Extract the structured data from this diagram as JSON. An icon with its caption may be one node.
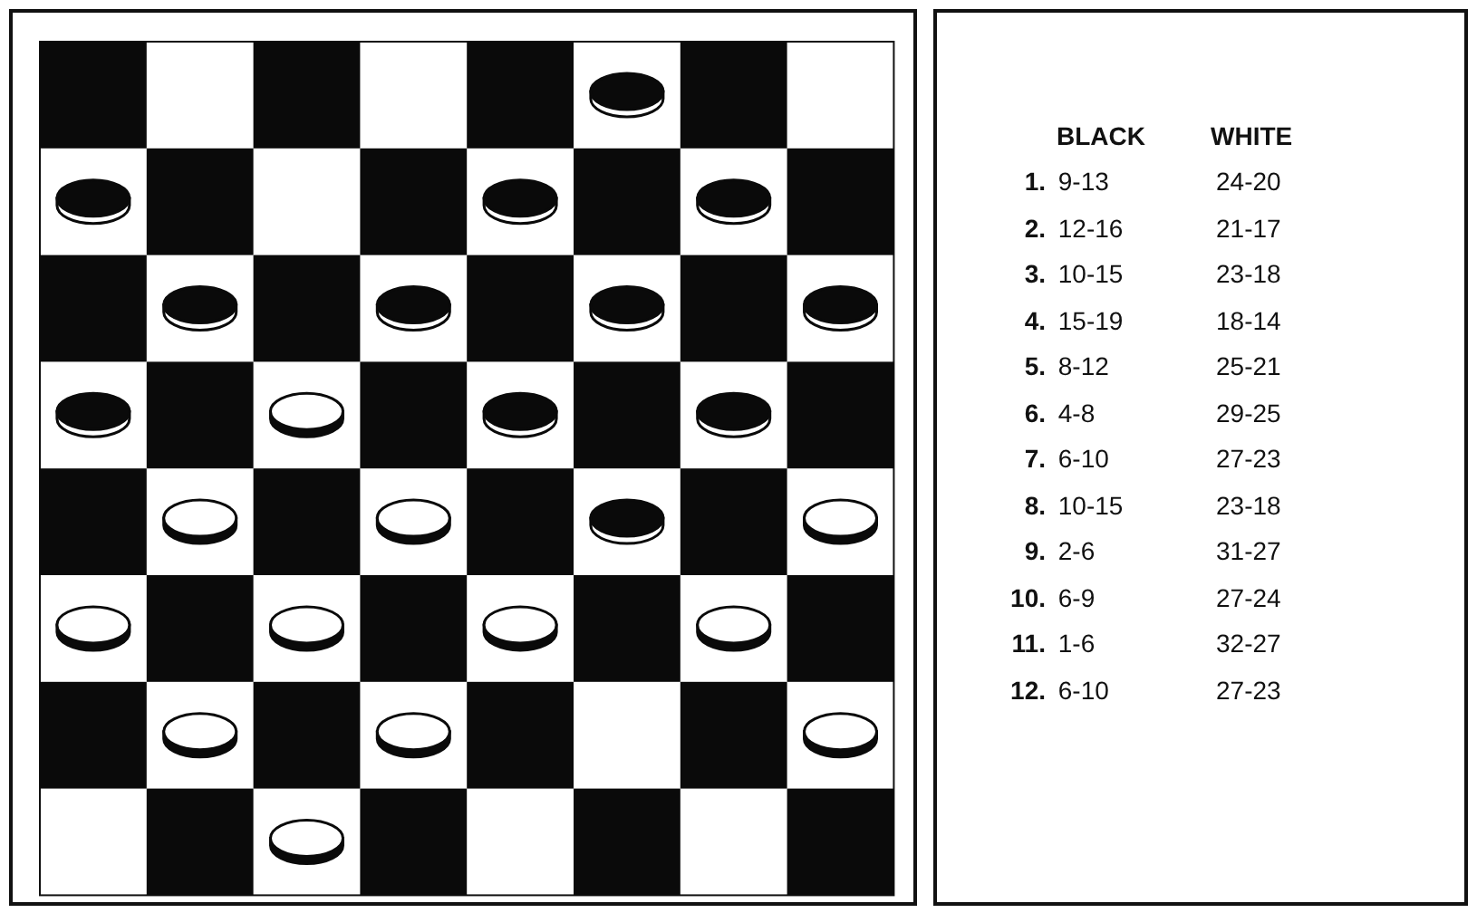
{
  "diagram": {
    "labels": [
      "BLACK",
      "WHITE",
      "**1.** 9-13",
      "24-20",
      "**2.** 12-16",
      "21-17",
      "**3.** 10-15",
      "23-18",
      "**4.** 15-19",
      "18-14",
      "**5.** 8-12",
      "25-21",
      "**6.** 4-8",
      "29-25",
      "**7.** 6-10",
      "27-23",
      "**8.** 10-15",
      "23-18",
      "**9.** 2-6",
      "31-27",
      "**10.** 6-9",
      "27-24",
      "**11.** 1-6",
      "32-27",
      "**12.** 6-10",
      "27-23"
    ]
  }
}
